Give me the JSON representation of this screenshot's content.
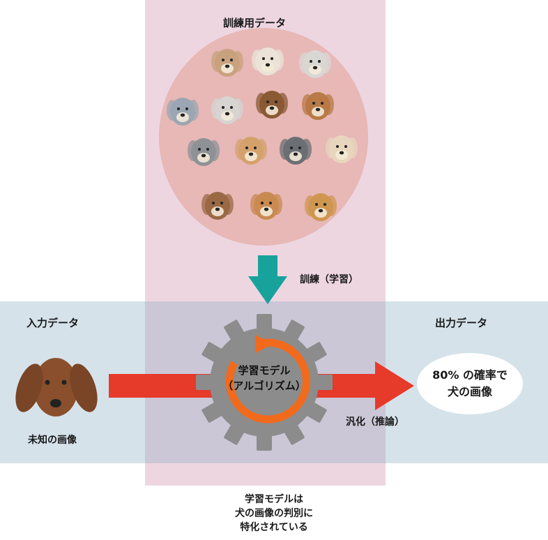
{
  "training_data_title": "訓練用データ",
  "training_label": "訓練（学習）",
  "input_title": "入力データ",
  "output_title": "出力データ",
  "model_label_line1": "学習モデル",
  "model_label_line2": "（アルゴリズム）",
  "unknown_image_label": "未知の画像",
  "generalization_label": "汎化（推論）",
  "output_result_line1": "80% の確率で",
  "output_result_line2": "犬の画像",
  "caption_line1": "学習モデルは",
  "caption_line2": "犬の画像の判別に",
  "caption_line3": "特化されている",
  "colors": {
    "pink_band": "#eed6e1",
    "blue_band": "#d5e2ea",
    "circle": "#e7b8b6",
    "teal_arrow": "#17a39b",
    "red_arrow": "#e63a2a",
    "gear": "#8c8c8c",
    "orange_ring": "#f26a1b"
  },
  "icons": [
    "dog-face-icon",
    "gear-icon",
    "cycle-arrow-icon",
    "down-arrow-icon",
    "right-arrow-icon"
  ]
}
